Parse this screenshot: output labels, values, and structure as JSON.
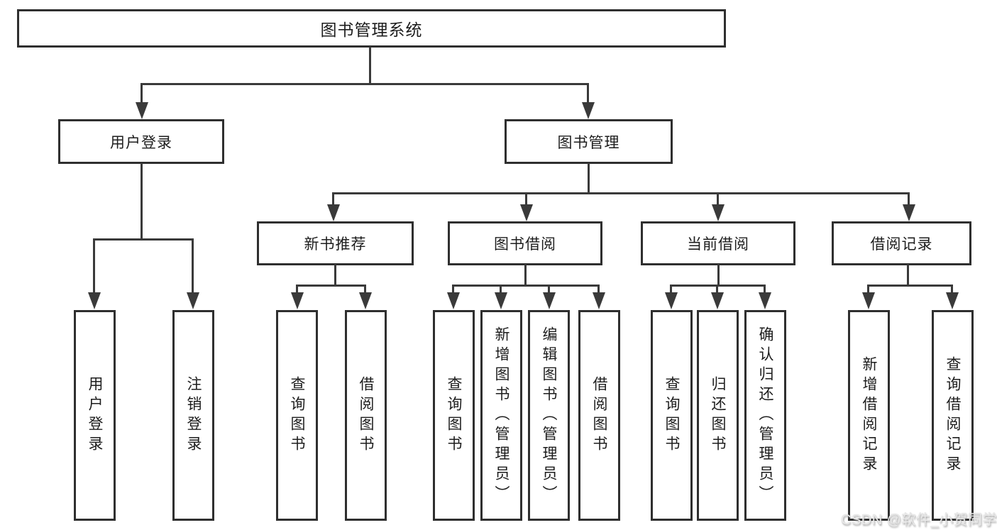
{
  "tree": {
    "root": {
      "label": "图书管理系统"
    },
    "children": [
      {
        "label": "用户登录",
        "children": [
          {
            "label": "用户登录"
          },
          {
            "label": "注销登录"
          }
        ]
      },
      {
        "label": "图书管理",
        "children": [
          {
            "label": "新书推荐",
            "children": [
              {
                "label": "查询图书"
              },
              {
                "label": "借阅图书"
              }
            ]
          },
          {
            "label": "图书借阅",
            "children": [
              {
                "label": "查询图书"
              },
              {
                "label": "新增图书（管理员）"
              },
              {
                "label": "编辑图书（管理员）"
              },
              {
                "label": "借阅图书"
              }
            ]
          },
          {
            "label": "当前借阅",
            "children": [
              {
                "label": "查询图书"
              },
              {
                "label": "归还图书"
              },
              {
                "label": "确认归还（管理员）"
              }
            ]
          },
          {
            "label": "借阅记录",
            "children": [
              {
                "label": "新增借阅记录"
              },
              {
                "label": "查询借阅记录"
              }
            ]
          }
        ]
      }
    ]
  },
  "watermark": {
    "text": "CSDN @软件_小贺同学"
  },
  "colors": {
    "line": "#3a3a3a",
    "box_border": "#2f2f2f",
    "text": "#1d1d1d",
    "watermark": "#eaeaea",
    "background": "#ffffff"
  }
}
